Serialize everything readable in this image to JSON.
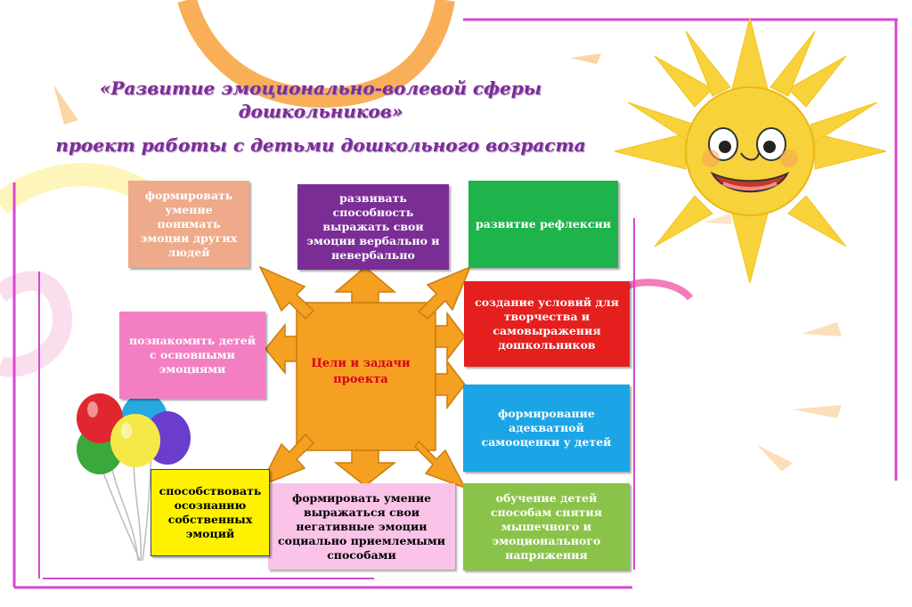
{
  "title": {
    "line1": "«Развитие эмоционально-волевой сферы дошкольников»",
    "line2": "проект работы с детьми дошкольного возраста"
  },
  "center": {
    "label": "Цели  и задачи проекта"
  },
  "goals": [
    "формировать умение понимать эмоции других людей",
    "развивать способность выражать свои эмоции вербально и невербально",
    "развитие рефлексии",
    "создание условий для творчества и самовыражения дошкольников",
    "формирование адекватной самооценки у детей",
    "обучение детей способам снятия мышечного и эмоционального напряжения",
    "формировать умение выражаться свои негативные эмоции социально приемлемыми способами",
    "способствовать осознанию собственных эмоций",
    "познакомить детей с основными эмоциями"
  ],
  "colors": {
    "title": "#7b2d96",
    "sun": "#f7d23a",
    "arrows": "#f5a021",
    "frame": "#d946cf",
    "goal_peach": "#eeaa8a",
    "goal_purple": "#7b2d96",
    "goal_green": "#1fb34b",
    "goal_red": "#e51e1e",
    "goal_blue": "#1ba5e6",
    "goal_lightgreen": "#8bc34a",
    "goal_pink": "#f9c4e8",
    "goal_yellow": "#fff200",
    "goal_lightpink": "#f37fc2"
  }
}
